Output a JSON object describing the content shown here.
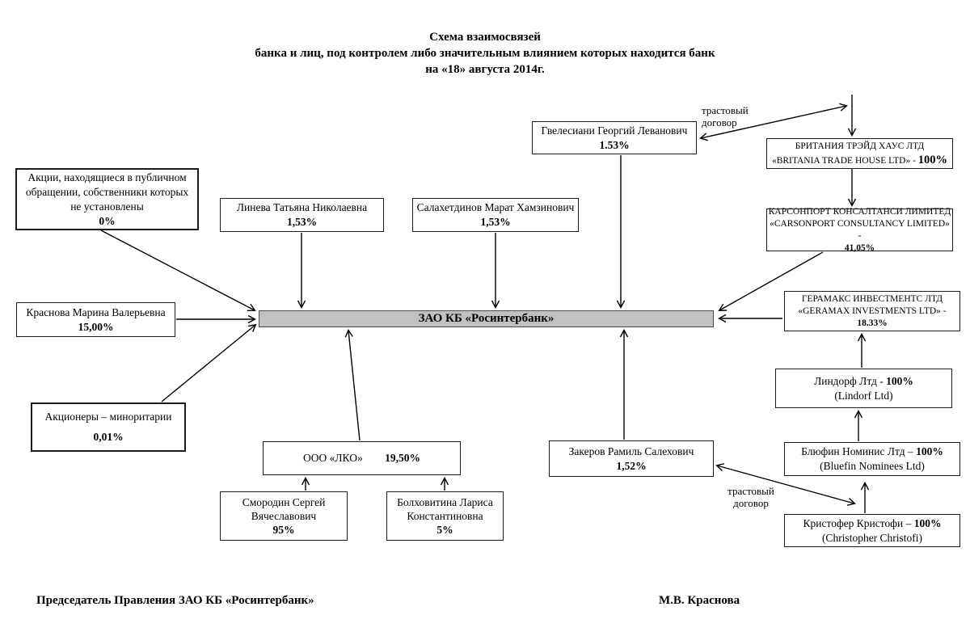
{
  "title": {
    "line1": "Схема взаимосвязей",
    "line2": "банка и лиц, под контролем либо значительным влиянием которых находится банк",
    "line3": "на «18» августа 2014г."
  },
  "bank": {
    "name": "ЗАО КБ «Росинтербанк»"
  },
  "labels": {
    "trust_top": "трастовый договор",
    "trust_bottom": "трастовый договор"
  },
  "nodes": {
    "public_shares": {
      "line1": "Акции, находящиеся в публичном",
      "line2": "обращении, собственники которых",
      "line3": "не установлены",
      "share": "0%"
    },
    "lineva": {
      "name": "Линева Татьяна Николаевна",
      "share": "1,53%"
    },
    "salakhetdinov": {
      "name": "Салахетдинов Марат Хамзинович",
      "share": "1,53%"
    },
    "gvelesiani": {
      "name": "Гвелесиани Георгий Леванович",
      "share": "1.53%"
    },
    "britania": {
      "name_ru": "БРИТАНИЯ ТРЭЙД ХАУС ЛТД",
      "name_en": "«BRITANIA TRADE HOUSE LTD» -",
      "share": "100%"
    },
    "carsonport": {
      "name_ru": "КАРСОНПОРТ КОНСАЛТАНСИ ЛИМИТЕД",
      "name_en": "«CARSONPORT CONSULTANCY LIMITED» -",
      "share": "41,05%"
    },
    "krasnova": {
      "name": "Краснова Марина Валерьевна",
      "share": "15,00%"
    },
    "geramax": {
      "name_ru": "ГЕРАМАКС ИНВЕСТМЕНТС ЛТД",
      "name_en": "«GERAMAX INVESTMENTS LTD» -",
      "share": "18.33%"
    },
    "lindorf": {
      "name": "Линдорф Лтд -",
      "share": "100%",
      "name_en": "(Lindorf Ltd)"
    },
    "minority": {
      "name": "Акционеры – миноритарии",
      "share": "0,01%"
    },
    "lko": {
      "name": "ООО «ЛКО»",
      "share": "19,50%"
    },
    "zakerov": {
      "name": "Закеров Рамиль Салехович",
      "share": "1,52%"
    },
    "bluefin": {
      "name": "Блюфин Номинис Лтд –",
      "share": "100%",
      "name_en": "(Bluefin Nominees Ltd)"
    },
    "smorodin": {
      "name1": "Смородин Сергей",
      "name2": "Вячеславович",
      "share": "95%"
    },
    "bolkhovitina": {
      "name1": "Болховитина Лариса",
      "name2": "Константиновна",
      "share": "5%"
    },
    "christofi": {
      "name": "Кристофер Кристофи –",
      "share": "100%",
      "name_en": "(Christopher Christofi)"
    }
  },
  "footer": {
    "left": "Председатель Правления ЗАО КБ «Росинтербанк»",
    "right": "М.В. Краснова"
  },
  "colors": {
    "bank_fill": "#c1c1c1",
    "line": "#000000"
  }
}
